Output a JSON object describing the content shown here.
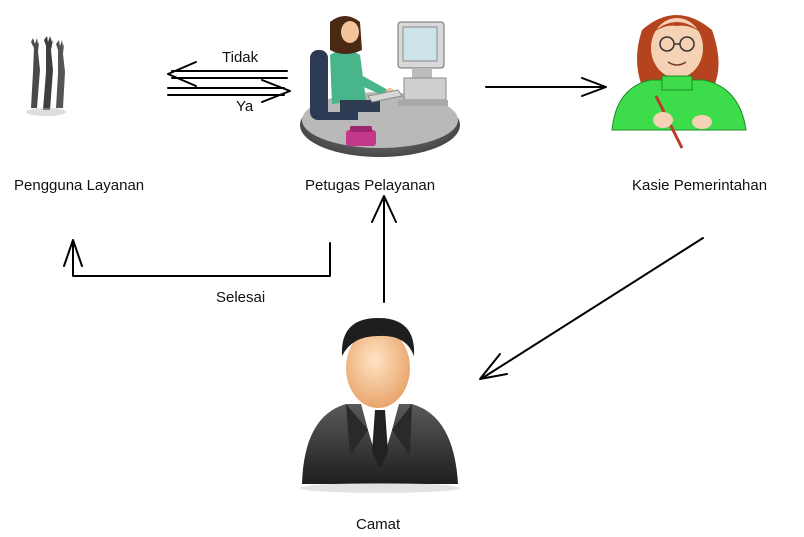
{
  "nodes": {
    "pengguna": {
      "label": "Pengguna Layanan",
      "icon": "people-silhouette-icon"
    },
    "petugas": {
      "label": "Petugas Pelayanan",
      "icon": "office-worker-computer-icon"
    },
    "kasie": {
      "label": "Kasie Pemerintahan",
      "icon": "woman-writing-icon"
    },
    "camat": {
      "label": "Camat",
      "icon": "businessman-icon"
    }
  },
  "edges": {
    "tidak": {
      "label": "Tidak"
    },
    "ya": {
      "label": "Ya"
    },
    "selesai": {
      "label": "Selesai"
    }
  },
  "colors": {
    "line": "#000000",
    "sweater": "#3ddc4a",
    "hair": "#b5431d",
    "suit": "#3a3a3a",
    "skin": "#f6c89b"
  }
}
